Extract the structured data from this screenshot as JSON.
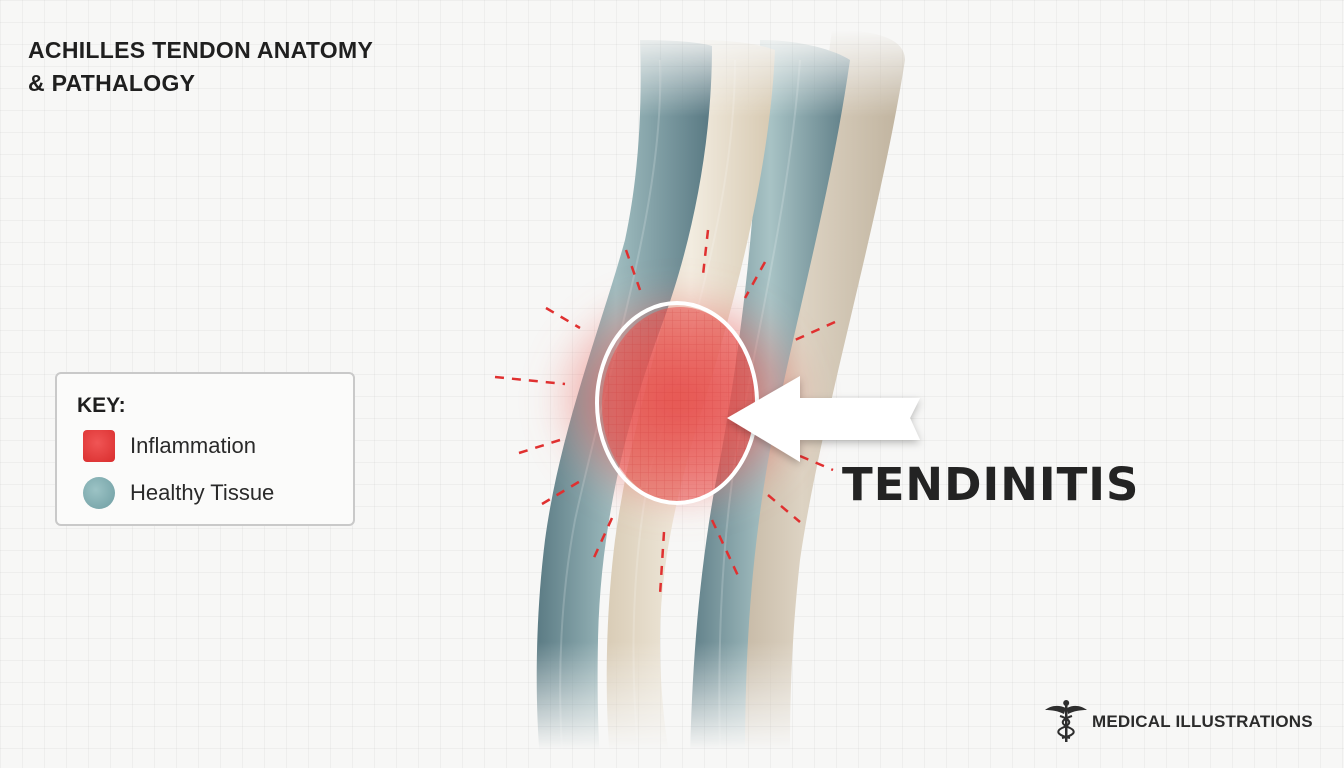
{
  "title": {
    "line1": "ACHILLES TENDON ANATOMY",
    "line2": "& PATHALOGY"
  },
  "callout_label": "TENDINITIS",
  "legend": {
    "heading": "KEY:",
    "items": [
      {
        "label": "Inflammation",
        "color": "#e23a3a",
        "shape": "square"
      },
      {
        "label": "Healthy Tissue",
        "color": "#7fadb0",
        "shape": "circle"
      }
    ]
  },
  "brand": {
    "text": "MEDICAL ILLUSTRATIONS",
    "icon": "caduceus-icon"
  },
  "colors": {
    "inflammation": "#e23a3a",
    "healthy_tissue": "#6f8f96",
    "tendon_core": "#e6dccb",
    "bone": "#cbbfac",
    "marker": "#e03030"
  }
}
